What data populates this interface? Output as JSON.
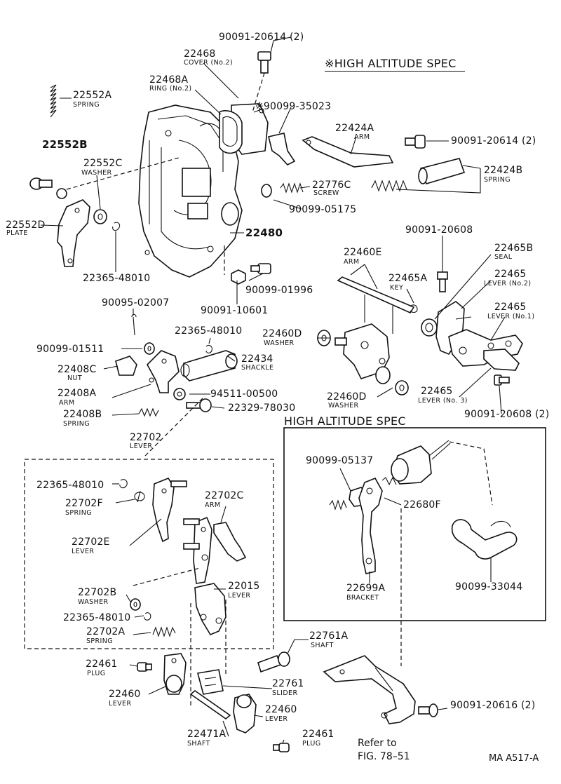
{
  "diagram": {
    "header": {
      "mark": "※",
      "title": "HIGH ALTITUDE SPEC"
    },
    "labels": {
      "p_90091_20614_top": "90091-20614 (2)",
      "p_22468": "22468",
      "p_22468_sub": "COVER (No.2)",
      "p_22468A": "22468A",
      "p_22468A_sub": "RING (No.2)",
      "p_90099_35023": "※90099-35023",
      "p_22552A": "22552A",
      "p_22552A_sub": "SPRING",
      "p_22552B": "22552B",
      "p_22552C": "22552C",
      "p_22552C_sub": "WASHER",
      "p_22552D": "22552D",
      "p_22552D_sub": "PLATE",
      "p_22365_48010_a": "22365-48010",
      "p_22776C": "22776C",
      "p_22776C_sub": "SCREW",
      "p_90099_05175": "90099-05175",
      "p_22480": "22480",
      "p_90099_01996": "90099-01996",
      "p_90091_10601": "90091-10601",
      "p_22424A": "22424A",
      "p_22424A_sub": "ARM",
      "p_90091_20614_right": "90091-20614 (2)",
      "p_22424B": "22424B",
      "p_22424B_sub": "SPRING",
      "p_90091_20608_top": "90091-20608",
      "p_22465B": "22465B",
      "p_22465B_sub": "SEAL",
      "p_22460E": "22460E",
      "p_22460E_sub": "ARM",
      "p_22465A": "22465A",
      "p_22465A_sub": "KEY",
      "p_22465_no2": "22465",
      "p_22465_no2_sub": "LEVER (No.2)",
      "p_22465_no1": "22465",
      "p_22465_no1_sub": "LEVER (No.1)",
      "p_22460D_a": "22460D",
      "p_22460D_a_sub": "WASHER",
      "p_22460D_b": "22460D",
      "p_22460D_b_sub": "WASHER",
      "p_22465_no3": "22465",
      "p_22465_no3_sub": "LEVER (No. 3)",
      "p_90091_20608_bottom": "90091-20608 (2)",
      "p_90095_02007": "90095-02007",
      "p_90099_01511": "90099-01511",
      "p_22365_48010_b": "22365-48010",
      "p_22408C": "22408C",
      "p_22408C_sub": "NUT",
      "p_22434": "22434",
      "p_22434_sub": "SHACKLE",
      "p_22408A": "22408A",
      "p_22408A_sub": "ARM",
      "p_94511_00500": "94511-00500",
      "p_22329_78030": "22329-78030",
      "p_22408B": "22408B",
      "p_22408B_sub": "SPRING",
      "p_22702": "22702",
      "p_22702_sub": "LEVER",
      "p_high_alt_box": "HIGH ALTITUDE SPEC",
      "p_22365_48010_c": "22365-48010",
      "p_22702F": "22702F",
      "p_22702F_sub": "SPRING",
      "p_22702C": "22702C",
      "p_22702C_sub": "ARM",
      "p_22702E": "22702E",
      "p_22702E_sub": "LEVER",
      "p_22702B": "22702B",
      "p_22702B_sub": "WASHER",
      "p_22015": "22015",
      "p_22015_sub": "LEVER",
      "p_22365_48010_d": "22365-48010",
      "p_22702A": "22702A",
      "p_22702A_sub": "SPRING",
      "p_90099_05137": "90099-05137",
      "p_22680F": "22680F",
      "p_22699A": "22699A",
      "p_22699A_sub": "BRACKET",
      "p_90099_33044": "90099-33044",
      "p_22761A": "22761A",
      "p_22761A_sub": "SHAFT",
      "p_22461_a": "22461",
      "p_22461_a_sub": "PLUG",
      "p_22460_a": "22460",
      "p_22460_a_sub": "LEVER",
      "p_22761": "22761",
      "p_22761_sub": "SLIDER",
      "p_90091_20616": "90091-20616 (2)",
      "p_22460_b": "22460",
      "p_22460_b_sub": "LEVER",
      "p_22471A": "22471A",
      "p_22471A_sub": "SHAFT",
      "p_22461_b": "22461",
      "p_22461_b_sub": "PLUG",
      "refer_line1": "Refer to",
      "refer_line2": "FIG. 78–51",
      "figure_code": "MA A517-A"
    }
  }
}
